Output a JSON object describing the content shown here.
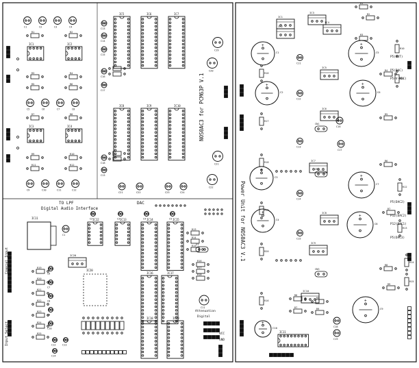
{
  "left_board": {
    "side_label": "NOS0AC3 for PCM63P V.1",
    "dac_label": "DAC",
    "digital_interface": "Digital Audio Interface",
    "to_lpf": "TO LPF",
    "overlay_input": "Coaxial Input",
    "input_select": "Input Select",
    "attenuation": "Attenuation",
    "digital": "Digital",
    "vcc": "VCC",
    "gnd": "GND",
    "ic_labels": [
      "IC1",
      "IC2",
      "IC3",
      "IC4",
      "IC5",
      "IC6",
      "IC7",
      "IC8",
      "IC9",
      "IC10",
      "IC11",
      "IC12",
      "IC13",
      "IC14",
      "IC15",
      "IC16",
      "IC17",
      "IC18",
      "IC19",
      "IC20"
    ],
    "res_labels": [
      "R1",
      "R2",
      "R3",
      "R4",
      "R5",
      "R6",
      "R7",
      "R8",
      "R9",
      "R10",
      "R11",
      "R12",
      "R13",
      "R14",
      "R15",
      "R16",
      "R17",
      "R18",
      "R19",
      "R20",
      "R21",
      "R22",
      "R23",
      "R24",
      "R25",
      "R26",
      "R27",
      "R28"
    ],
    "cap_labels": [
      "C1",
      "C2",
      "C3",
      "C4",
      "C5",
      "C6",
      "C7",
      "C8",
      "C9",
      "C10",
      "C11",
      "C12",
      "C13",
      "C14",
      "C15",
      "C16",
      "C17",
      "C18",
      "C19",
      "C20",
      "C21",
      "C22",
      "C23",
      "C24"
    ],
    "conn_labels": [
      "CN1",
      "CN2",
      "CN3",
      "CN4",
      "CN5",
      "CN6",
      "CN7",
      "CN8",
      "CN9",
      "CN10"
    ]
  },
  "right_board": {
    "side_label": "Power Unit for NOS0AC3 V.1",
    "out_labels": [
      "P5(OUT)",
      "P5(DAC)",
      "P5(V-MDC)",
      "P5(DAC2)",
      "P12(DAC2)",
      "P12(DAC1)",
      "P5(DAC3)"
    ],
    "ic_labels": [
      "IC1",
      "IC2",
      "IC3",
      "IC4",
      "IC5",
      "IC6",
      "IC7",
      "IC8",
      "IC9",
      "IC10",
      "IC11",
      "IC12",
      "IC13",
      "IC14",
      "IC15",
      "IC16",
      "IC17",
      "IC18",
      "IC19",
      "IC20"
    ],
    "res_labels": [
      "R1",
      "R2",
      "R3",
      "R4",
      "R5",
      "R6",
      "R7",
      "R8",
      "R9",
      "R10",
      "R11",
      "R12",
      "R13",
      "R14",
      "R15",
      "R16",
      "R17",
      "R18",
      "R19",
      "R20"
    ],
    "cap_labels": [
      "C1",
      "C2",
      "C3",
      "C4",
      "C5",
      "C6",
      "C7",
      "C8",
      "C9",
      "C10",
      "C11",
      "C12",
      "C13",
      "C14",
      "C15",
      "C16",
      "C17",
      "C18",
      "C19",
      "C20",
      "C21",
      "C22",
      "C23",
      "C24",
      "C25",
      "C26"
    ],
    "conn_labels": [
      "CN1",
      "CN2",
      "CN3",
      "CN4",
      "CN5",
      "CN6",
      "CN7",
      "CN8",
      "CN9",
      "CN10",
      "CN11",
      "CN12"
    ]
  },
  "colors": {
    "ink": "#111111",
    "pad": "#222222",
    "paper": "#ffffff"
  }
}
